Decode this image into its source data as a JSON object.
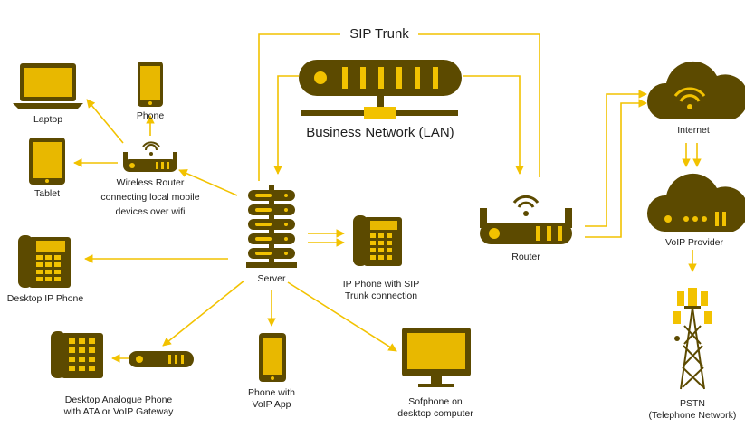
{
  "colors": {
    "primary": "#5c4a00",
    "accent": "#f2c200",
    "screen": "#e8b800",
    "line": "#f2c200",
    "text": "#1e1e1e"
  },
  "labels": {
    "sip_trunk": "SIP Trunk",
    "business_network": "Business Network (LAN)",
    "laptop": "Laptop",
    "phone": "Phone",
    "tablet": "Tablet",
    "wireless_router_1": "Wireless Router",
    "wireless_router_2": "connecting local mobile",
    "wireless_router_3": "devices over wifi",
    "desktop_ip_phone": "Desktop IP Phone",
    "server": "Server",
    "ip_phone_1": "IP Phone with SIP",
    "ip_phone_2": "Trunk connection",
    "router": "Router",
    "internet": "Internet",
    "voip_provider": "VoIP Provider",
    "pstn_1": "PSTN",
    "pstn_2": "(Telephone Network)",
    "analogue_1": "Desktop Analogue Phone",
    "analogue_2": "with ATA or VoIP Gateway",
    "voip_app_1": "Phone with",
    "voip_app_2": "VoIP App",
    "softphone_1": "Sofphone on",
    "softphone_2": "desktop computer"
  },
  "icons": [
    "laptop-icon",
    "phone-icon",
    "tablet-icon",
    "wireless-router-icon",
    "desk-phone-icon",
    "server-icon",
    "lan-switch-icon",
    "router-icon",
    "cloud-icon",
    "ata-icon",
    "monitor-icon",
    "tower-icon"
  ]
}
